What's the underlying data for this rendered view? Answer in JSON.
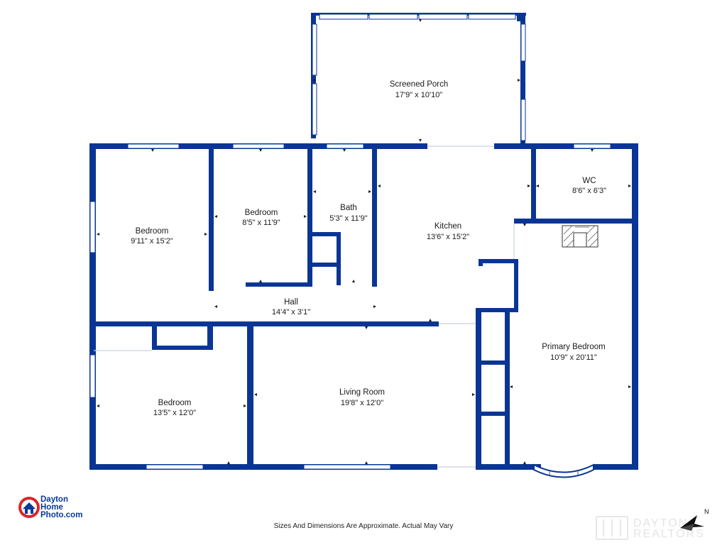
{
  "rooms": {
    "screened_porch": {
      "name": "Screened Porch",
      "dims": "17'9\" x 10'10\""
    },
    "bedroom_1": {
      "name": "Bedroom",
      "dims": "9'11\" x 15'2\""
    },
    "bedroom_2": {
      "name": "Bedroom",
      "dims": "8'5\" x 11'9\""
    },
    "bath": {
      "name": "Bath",
      "dims": "5'3\" x 11'9\""
    },
    "kitchen": {
      "name": "Kitchen",
      "dims": "13'6\" x 15'2\""
    },
    "wc": {
      "name": "WC",
      "dims": "8'6\" x 6'3\""
    },
    "hall": {
      "name": "Hall",
      "dims": "14'4\" x 3'1\""
    },
    "primary_bedroom": {
      "name": "Primary Bedroom",
      "dims": "10'9\" x 20'11\""
    },
    "living_room": {
      "name": "Living Room",
      "dims": "19'8\" x 12'0\""
    },
    "bedroom_3": {
      "name": "Bedroom",
      "dims": "13'5\" x 12'0\""
    }
  },
  "logo": {
    "line1": "Dayton",
    "line2": "Home",
    "line3": "Photo.com"
  },
  "watermark": {
    "line1": "DAYTON",
    "line2": "REALTORS"
  },
  "compass": {
    "label": "N"
  },
  "disclaimer": "Sizes And Dimensions Are Approximate. Actual May Vary",
  "colors": {
    "wall": "#0a3594",
    "text": "#1a1a1a",
    "logo_red": "#d8262b",
    "logo_blue": "#0a3a96"
  }
}
